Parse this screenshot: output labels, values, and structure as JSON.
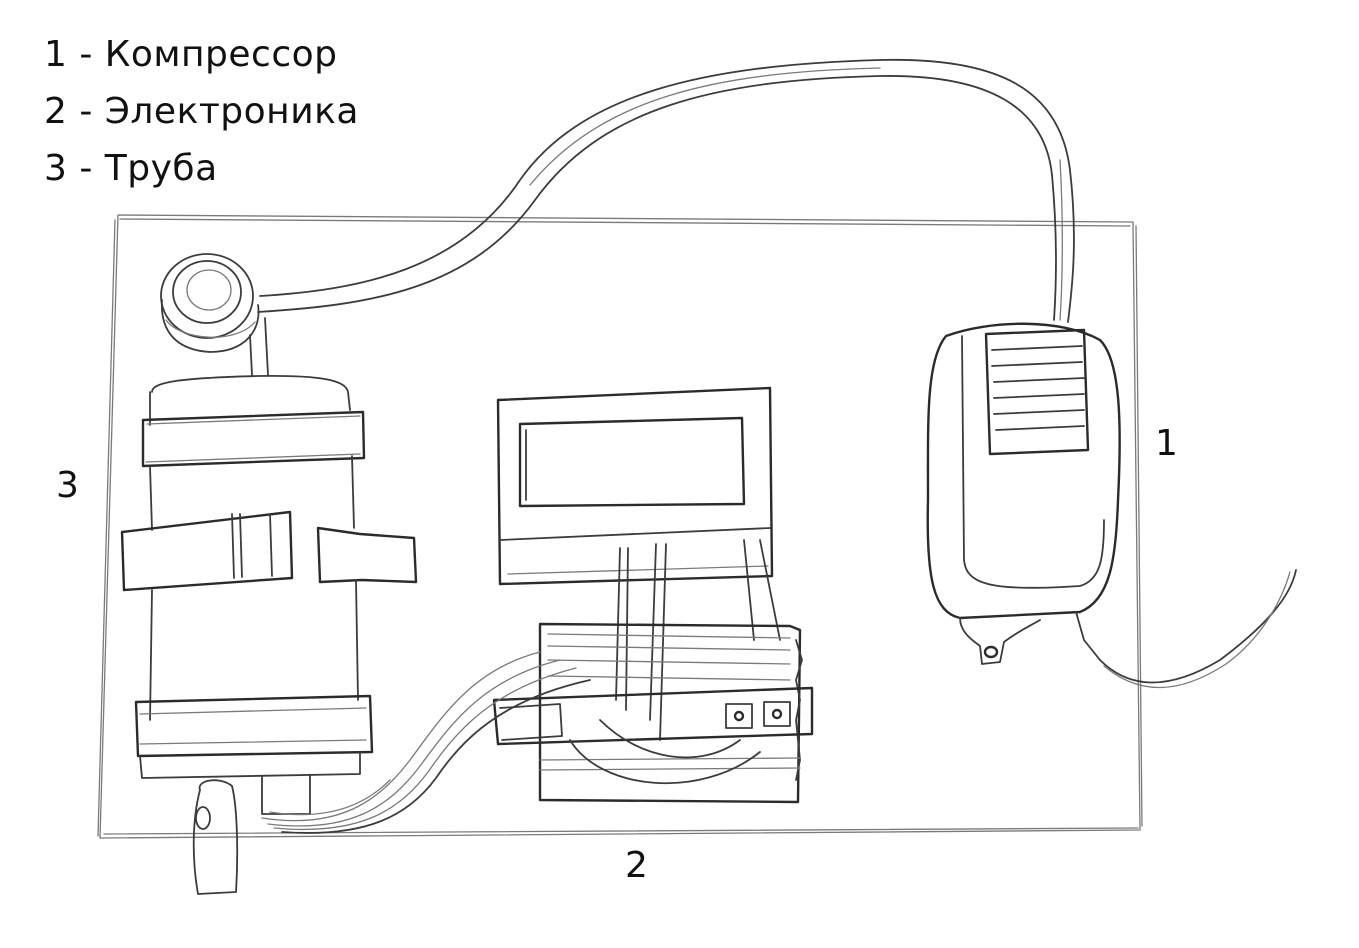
{
  "legend": {
    "items": [
      {
        "number": "1",
        "label": "1 - Компрессор"
      },
      {
        "number": "2",
        "label": "2 - Электроника"
      },
      {
        "number": "3",
        "label": "3 - Труба"
      }
    ]
  },
  "callouts": {
    "compressor": "1",
    "electronics": "2",
    "pipe": "3"
  }
}
